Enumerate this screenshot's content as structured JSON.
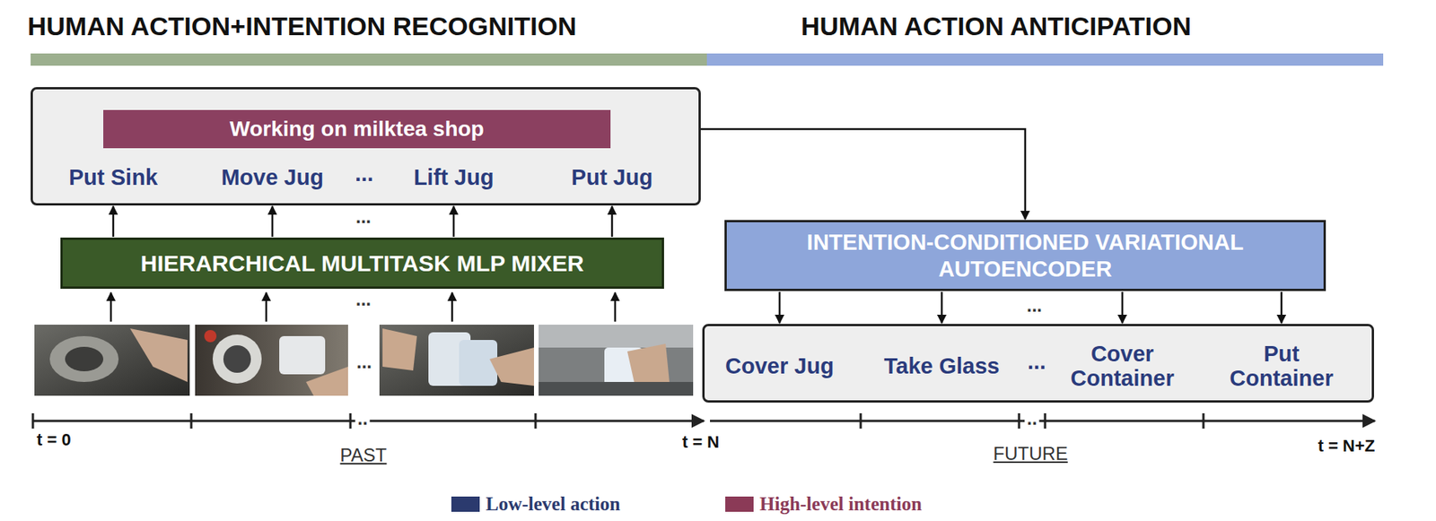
{
  "diagram": {
    "nodes": [
      {
        "text": [
          "Put Sink",
          "Move Jug",
          "...",
          "Lift Jug",
          "Put Jug"
        ]
      },
      {
        "text": [
          "Working on milktea shop"
        ],
        "in": 0
      },
      {
        "text": [
          "HIERARCHICAL MULTITASK MLP MIXER"
        ]
      },
      {
        "text": [
          "INTENTION-CONDITIONED VARIATIONAL AUTOENCODER"
        ]
      },
      {
        "text": [
          "Cover Jug",
          "Take Glass",
          "...",
          "Cover Container",
          "Put Container"
        ]
      }
    ],
    "edges": [
      {
        "from": 2,
        "to": 0,
        "arrow": "to"
      },
      {
        "from": 2,
        "to": 0,
        "arrow": "to"
      },
      {
        "from": 2,
        "to": 0,
        "arrow": "to"
      },
      {
        "from": 2,
        "to": 0,
        "arrow": "to"
      },
      {
        "from": 0,
        "to": 3,
        "arrow": "to"
      },
      {
        "from": 3,
        "to": 4,
        "arrow": "to"
      },
      {
        "from": 3,
        "to": 4,
        "arrow": "to"
      },
      {
        "from": 3,
        "to": 4,
        "arrow": "to"
      },
      {
        "from": 3,
        "to": 4,
        "arrow": "to"
      }
    ],
    "labels": [
      "HUMAN ACTION+INTENTION RECOGNITION",
      "HUMAN ACTION ANTICIPATION",
      "...",
      "...",
      "...",
      "..",
      "t = 0",
      "PAST",
      "t = N",
      "...",
      "..",
      "FUTURE",
      "t = N+Z"
    ],
    "legend": [
      {
        "text": "Low-level action",
        "color": "#2b3a6e"
      },
      {
        "text": "High-level intention",
        "color": "#8b3a57"
      }
    ]
  }
}
